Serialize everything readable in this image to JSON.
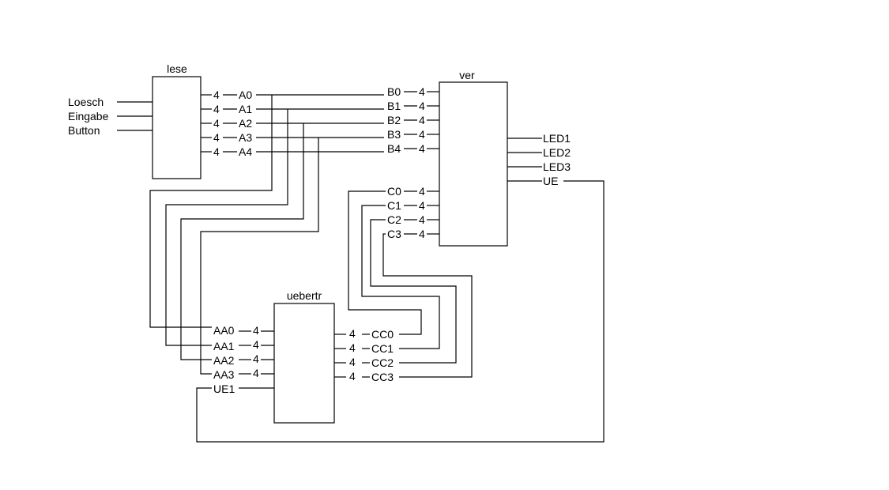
{
  "blocks": {
    "lese": {
      "title": "lese",
      "inputs": [
        "Loesch",
        "Eingabe",
        "Button"
      ],
      "outputs": [
        "A0",
        "A1",
        "A2",
        "A3",
        "A4"
      ],
      "bus_width": "4"
    },
    "ver": {
      "title": "ver",
      "inputs_b": [
        "B0",
        "B1",
        "B2",
        "B3",
        "B4"
      ],
      "inputs_c": [
        "C0",
        "C1",
        "C2",
        "C3"
      ],
      "outputs": [
        "LED1",
        "LED2",
        "LED3",
        "UE"
      ],
      "bus_width": "4"
    },
    "uebertr": {
      "title": "uebertr",
      "inputs": [
        "AA0",
        "AA1",
        "AA2",
        "AA3",
        "UE1"
      ],
      "outputs": [
        "CC0",
        "CC1",
        "CC2",
        "CC3"
      ],
      "bus_width": "4"
    }
  }
}
